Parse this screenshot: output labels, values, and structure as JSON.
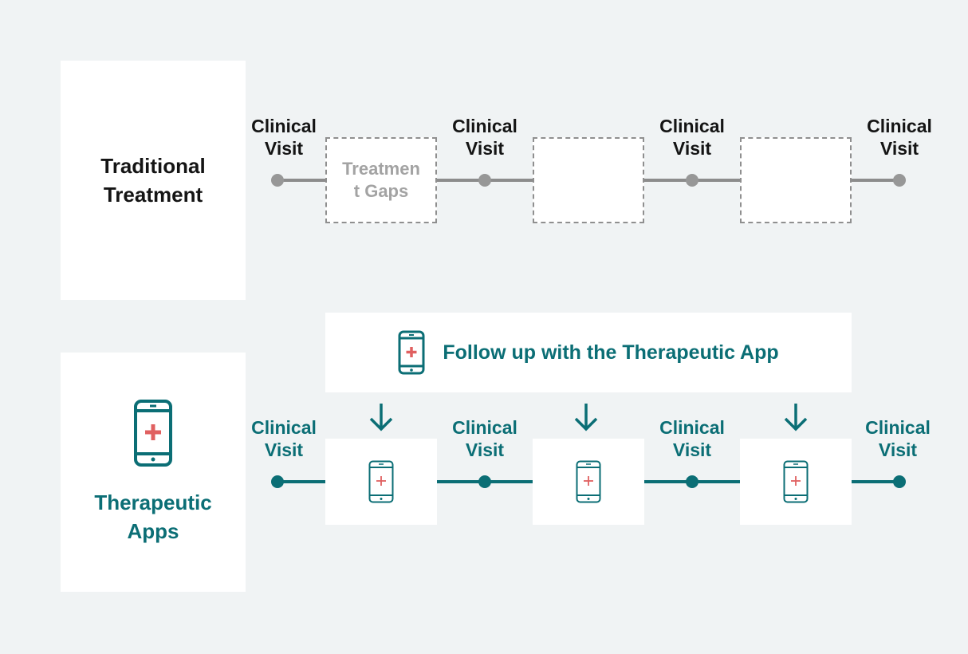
{
  "traditional": {
    "title": "Traditional Treatment",
    "visit_label": "Clinical Visit",
    "gap_label": "Treatment Gaps",
    "line_color": "#8c8c8c"
  },
  "therapeutic": {
    "title": "Therapeutic Apps",
    "visit_label": "Clinical Visit",
    "banner_text": "Follow up with the Therapeutic App",
    "accent_color": "#0b6e75",
    "cross_color": "#e06060",
    "icon": "smartphone-medical-icon"
  }
}
